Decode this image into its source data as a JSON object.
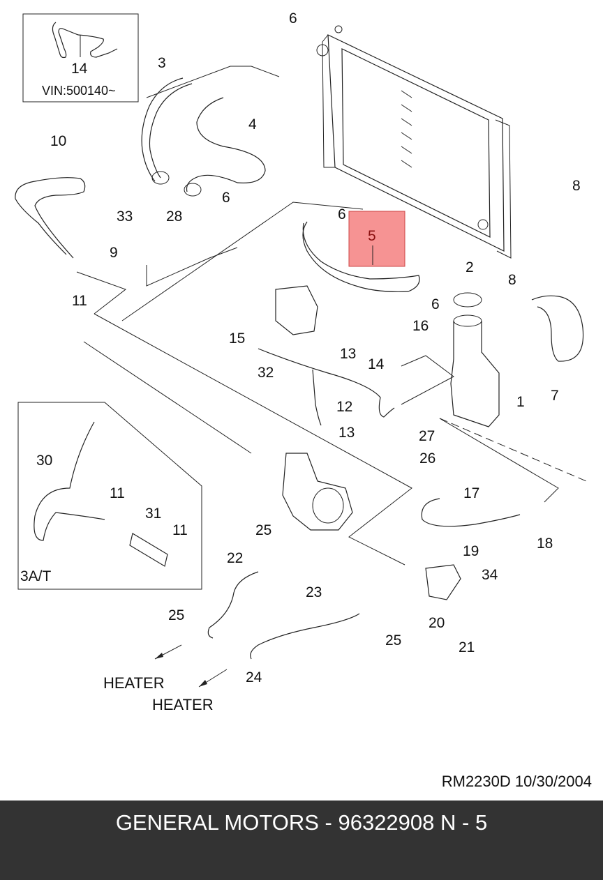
{
  "diagram": {
    "title": "Engine cooling system – radiator hoses",
    "highlight": {
      "callout": "5",
      "color": "#f58080"
    },
    "callouts": [
      {
        "id": "c1",
        "text": "1"
      },
      {
        "id": "c2",
        "text": "2"
      },
      {
        "id": "c3",
        "text": "3"
      },
      {
        "id": "c4",
        "text": "4"
      },
      {
        "id": "c6a",
        "text": "6"
      },
      {
        "id": "c6b",
        "text": "6"
      },
      {
        "id": "c6c",
        "text": "6"
      },
      {
        "id": "c6d",
        "text": "6"
      },
      {
        "id": "c7",
        "text": "7"
      },
      {
        "id": "c8a",
        "text": "8"
      },
      {
        "id": "c8b",
        "text": "8"
      },
      {
        "id": "c9",
        "text": "9"
      },
      {
        "id": "c10",
        "text": "10"
      },
      {
        "id": "c11a",
        "text": "11"
      },
      {
        "id": "c11b",
        "text": "11"
      },
      {
        "id": "c11c",
        "text": "11"
      },
      {
        "id": "c12",
        "text": "12"
      },
      {
        "id": "c13a",
        "text": "13"
      },
      {
        "id": "c13b",
        "text": "13"
      },
      {
        "id": "c14",
        "text": "14"
      },
      {
        "id": "c14b",
        "text": "14"
      },
      {
        "id": "c15",
        "text": "15"
      },
      {
        "id": "c16",
        "text": "16"
      },
      {
        "id": "c17",
        "text": "17"
      },
      {
        "id": "c18",
        "text": "18"
      },
      {
        "id": "c19",
        "text": "19"
      },
      {
        "id": "c20",
        "text": "20"
      },
      {
        "id": "c21",
        "text": "21"
      },
      {
        "id": "c22",
        "text": "22"
      },
      {
        "id": "c23",
        "text": "23"
      },
      {
        "id": "c24",
        "text": "24"
      },
      {
        "id": "c25a",
        "text": "25"
      },
      {
        "id": "c25b",
        "text": "25"
      },
      {
        "id": "c25c",
        "text": "25"
      },
      {
        "id": "c26",
        "text": "26"
      },
      {
        "id": "c27",
        "text": "27"
      },
      {
        "id": "c28",
        "text": "28"
      },
      {
        "id": "c30",
        "text": "30"
      },
      {
        "id": "c31",
        "text": "31"
      },
      {
        "id": "c32",
        "text": "32"
      },
      {
        "id": "c33",
        "text": "33"
      },
      {
        "id": "c34",
        "text": "34"
      }
    ],
    "inset_top": {
      "callout": "14",
      "note": "VIN:500140~"
    },
    "inset_left": {
      "note": "3A/T"
    },
    "heater_labels": [
      "HEATER",
      "HEATER"
    ]
  },
  "reference": "RM2230D  10/30/2004",
  "footer": {
    "text": "GENERAL MOTORS - 96322908   N - 5"
  }
}
